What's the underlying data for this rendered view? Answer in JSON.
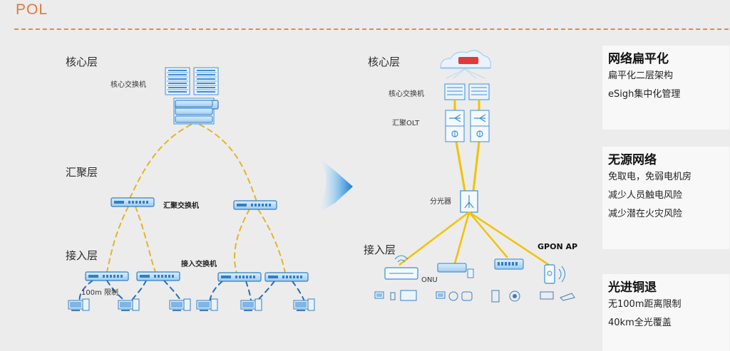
{
  "title": "POL",
  "left": {
    "core_layer": "核心层",
    "core_switch": "核心交换机",
    "agg_layer": "汇聚层",
    "agg_switch": "汇聚交换机",
    "access_layer": "接入层",
    "access_switch": "接入交换机",
    "limit": "100m 限制"
  },
  "right": {
    "core_layer": "核心层",
    "core_switch": "核心交换机",
    "agg_olt": "汇聚OLT",
    "splitter": "分光器",
    "access_layer": "接入层",
    "onu": "ONU",
    "gpon_ap": "GPON AP"
  },
  "benefits": [
    {
      "heading": "网络扁平化",
      "lines": [
        "扁平化二层架构",
        "eSigh集中化管理"
      ]
    },
    {
      "heading": "无源网络",
      "lines": [
        "免取电，免弱电机房",
        "减少人员触电风险",
        "减少潜在火灾风险"
      ]
    },
    {
      "heading": "光进铜退",
      "lines": [
        "无100m距离限制",
        "40km全光覆盖"
      ]
    }
  ],
  "colors": {
    "accent": "#e07a3c",
    "device_blue": "#3a8fd6",
    "dashed_yellow": "#e6b422",
    "dashed_blue": "#2a6db0",
    "fiber_yellow": "#f2c200"
  }
}
